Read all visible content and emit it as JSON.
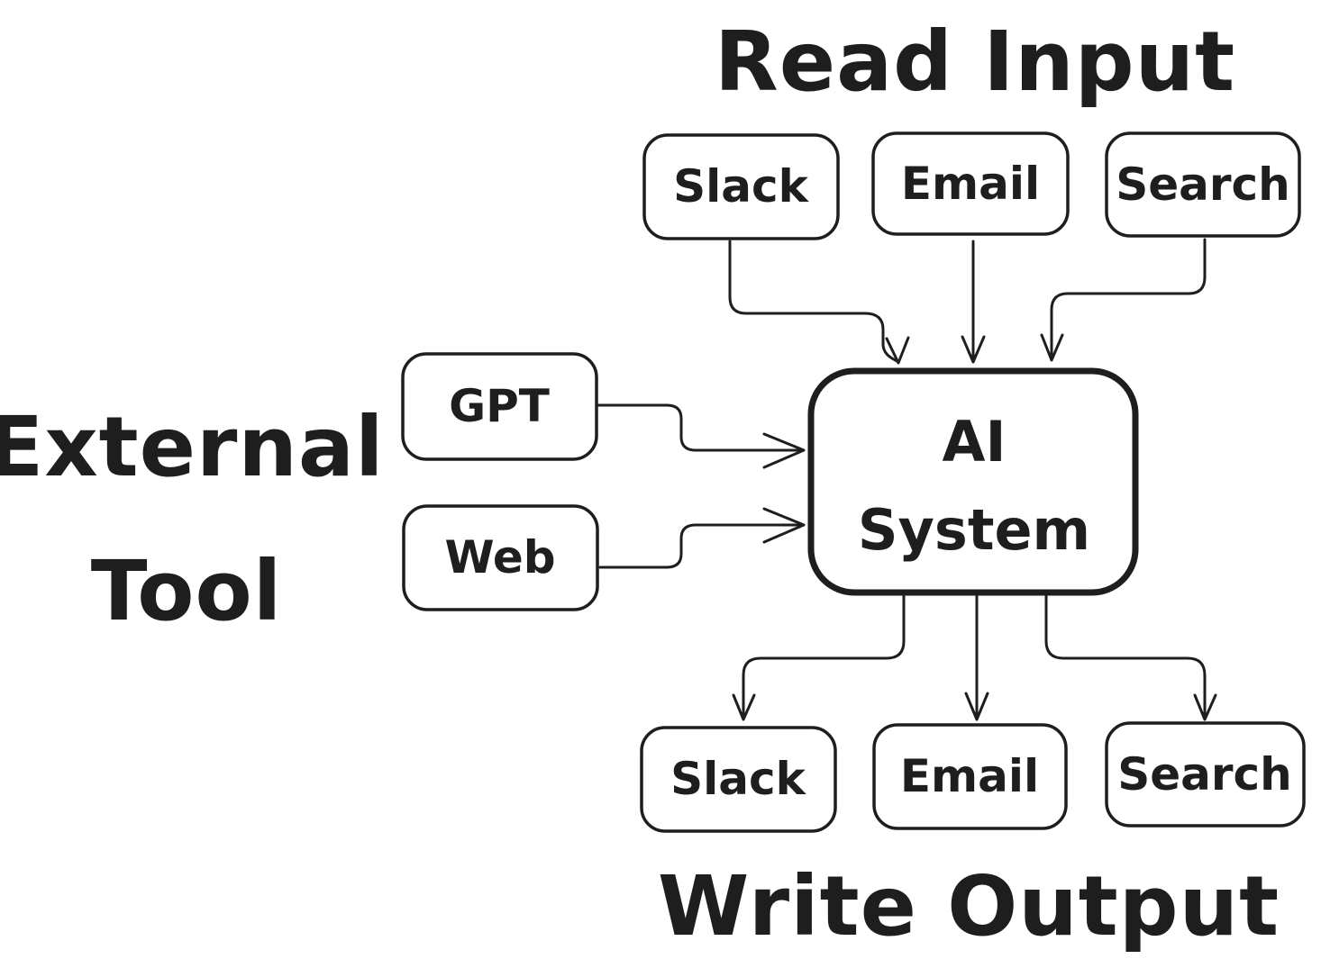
{
  "diagram": {
    "background": "#ffffff",
    "stroke_color": "#1e1e1e",
    "titles": {
      "read_input": "Read Input",
      "external_tool_line1": "External",
      "external_tool_line2": "Tool",
      "write_output": "Write Output"
    },
    "center_node": {
      "line1": "AI",
      "line2": "System"
    },
    "input_nodes": [
      {
        "label": "Slack"
      },
      {
        "label": "Email"
      },
      {
        "label": "Search"
      }
    ],
    "external_nodes": [
      {
        "label": "GPT"
      },
      {
        "label": "Web"
      }
    ],
    "output_nodes": [
      {
        "label": "Slack"
      },
      {
        "label": "Email"
      },
      {
        "label": "Search"
      }
    ]
  }
}
